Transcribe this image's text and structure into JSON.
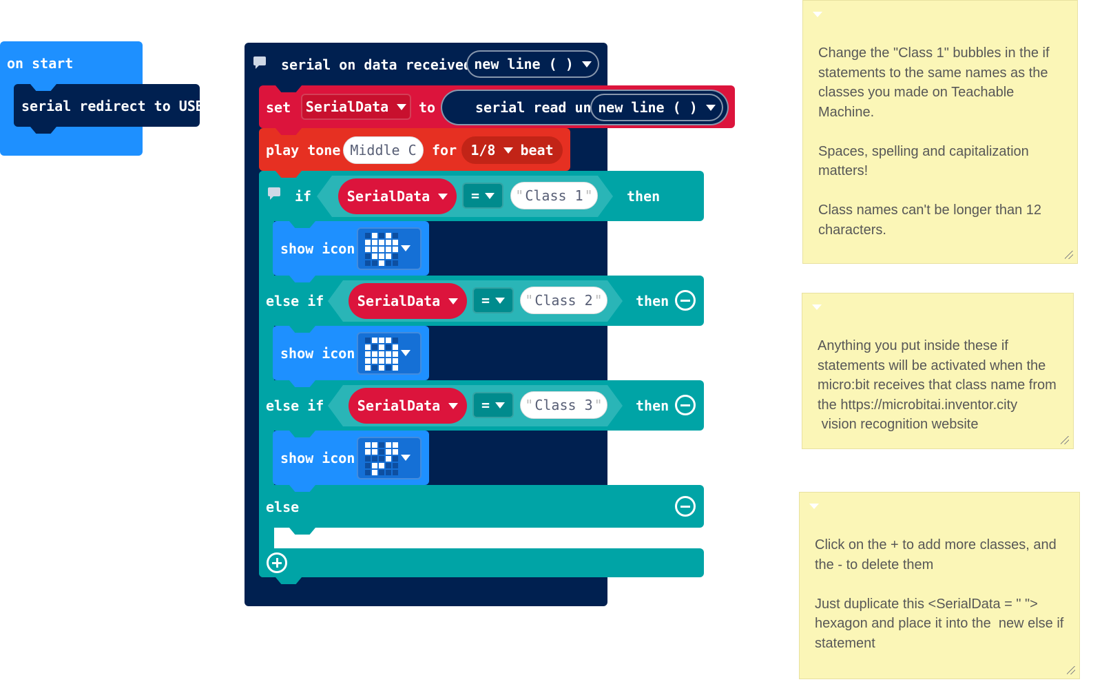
{
  "on_start": {
    "hat_label": "on start",
    "redirect_label": "serial redirect to USB"
  },
  "serial_event": {
    "label": "serial on data received",
    "delimiter": "new line ( )"
  },
  "set_block": {
    "set_label": "set",
    "variable": "SerialData",
    "to_label": "to",
    "read_label": "serial read until",
    "delimiter": "new line ( )"
  },
  "play_tone": {
    "label": "play tone",
    "note": "Middle C",
    "for_label": "for",
    "beat_value": "1/8",
    "beat_label": "beat"
  },
  "conditions": [
    {
      "keyword": "if",
      "variable": "SerialData",
      "operator": "=",
      "value": "Class 1",
      "then_label": "then",
      "action_label": "show icon",
      "icon": "heart-icon"
    },
    {
      "keyword": "else if",
      "variable": "SerialData",
      "operator": "=",
      "value": "Class 2",
      "then_label": "then",
      "action_label": "show icon",
      "icon": "ghost-icon"
    },
    {
      "keyword": "else if",
      "variable": "SerialData",
      "operator": "=",
      "value": "Class 3",
      "then_label": "then",
      "action_label": "show icon",
      "icon": "skull-icon"
    }
  ],
  "else_label": "else",
  "notes": [
    {
      "text": "Change the \"Class 1\" bubbles in the if statements to the same names as the classes you made on Teachable Machine.\n\nSpaces, spelling and capitalization matters!\n\nClass names can't be longer than 12 characters."
    },
    {
      "text": "Anything you put inside these if statements will be activated when the micro:bit receives that class name from the https://microbitai.inventor.city\n vision recognition website"
    },
    {
      "text": "Click on the + to add more classes, and the - to delete them\n\nJust duplicate this <SerialData = \" \"> hexagon and place it into the  new else if statement"
    }
  ],
  "colors": {
    "basic_blue": "#1e90ff",
    "serial_navy": "#002050",
    "music_red": "#e63022",
    "variable_crimson": "#dc143c",
    "logic_teal": "#00a4a6",
    "note_yellow": "#fbf6b7"
  }
}
